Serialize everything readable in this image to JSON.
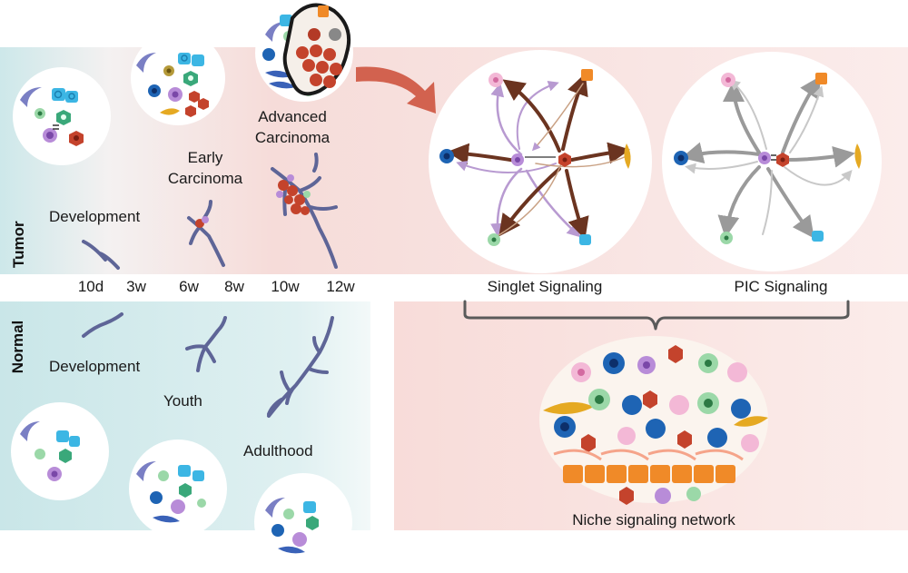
{
  "side_labels": {
    "tumor": "Tumor",
    "normal": "Normal"
  },
  "tumor_stages": {
    "development": "Development",
    "early_line1": "Early",
    "early_line2": "Carcinoma",
    "advanced_line1": "Advanced",
    "advanced_line2": "Carcinoma"
  },
  "timeline": [
    "10d",
    "3w",
    "6w",
    "8w",
    "10w",
    "12w"
  ],
  "normal_stages": {
    "development": "Development",
    "youth": "Youth",
    "adulthood": "Adulthood"
  },
  "signaling": {
    "singlet": "Singlet Signaling",
    "pic": "PIC Signaling",
    "niche": "Niche signaling network"
  },
  "colors": {
    "tumor_bg": "#f6d9d6",
    "normal_bg": "#cfe9ea",
    "arrow": "#d2624f",
    "singlet_arrow_dark": "#6b3420",
    "singlet_arrow_light": "#b89ad1",
    "pic_arrow": "#9a9a9a",
    "duct": "#5e6597"
  }
}
